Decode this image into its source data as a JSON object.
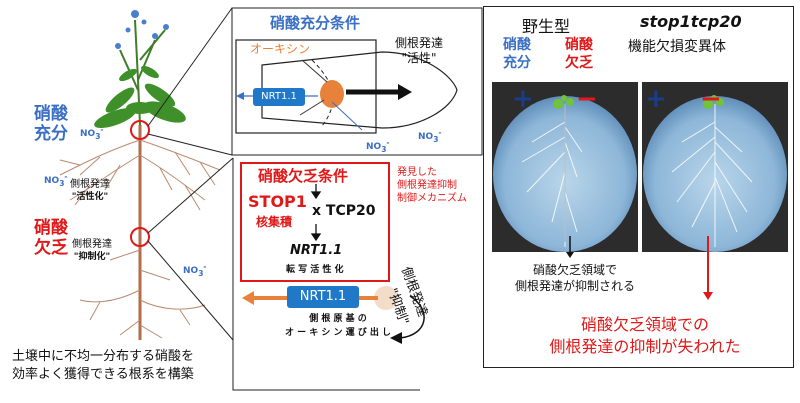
{
  "left": {
    "label_sufficient": [
      "硝酸",
      "充分"
    ],
    "label_deficient": [
      "硝酸",
      "欠乏"
    ],
    "no3": "NO",
    "no3_sup": "3",
    "no3_minus": "-",
    "lateral_root_active": "側根発達",
    "lateral_root_active_sub": "\"活性化\"",
    "lateral_root_inhibit": "側根発達",
    "lateral_root_inhibit_sub": "\"抑制化\"",
    "caption": [
      "土壌中に不均一分布する硝酸を",
      "効率よく獲得できる根系を構築"
    ]
  },
  "middle": {
    "sufficient_title": "硝酸充分条件",
    "auxin": "オーキシン",
    "nrt11": "NRT1.1",
    "lateral_active": "側根発達",
    "lateral_active_sub": "\"活性\"",
    "deficient_title": "硝酸欠乏条件",
    "stop1": "STOP1",
    "nuclear_accum": "核集積",
    "times_tcp20": "x TCP20",
    "nrt11_italic": "NRT1.1",
    "transcription": "転 写 活 性 化",
    "auxin_export": "側 根 原 基 の",
    "auxin_export2": "オ ー キ シ ン 運 び 出 し",
    "found_note": [
      "発見した",
      "側根発達抑制",
      "制御メカニズム"
    ],
    "inhibit_label": "側根発達",
    "inhibit_sub": "\"抑制\""
  },
  "right": {
    "wildtype": "野生型",
    "mutant": "stop1tcp20",
    "mutant_sub": "機能欠損変異体",
    "sufficient": [
      "硝酸",
      "充分"
    ],
    "deficient": [
      "硝酸",
      "欠乏"
    ],
    "plus": "+",
    "minus": "−",
    "note_black": [
      "硝酸欠乏領域で",
      "側根発達が抑制される"
    ],
    "note_red": [
      "硝酸欠乏領域での",
      "側根発達の抑制が失われた"
    ]
  }
}
